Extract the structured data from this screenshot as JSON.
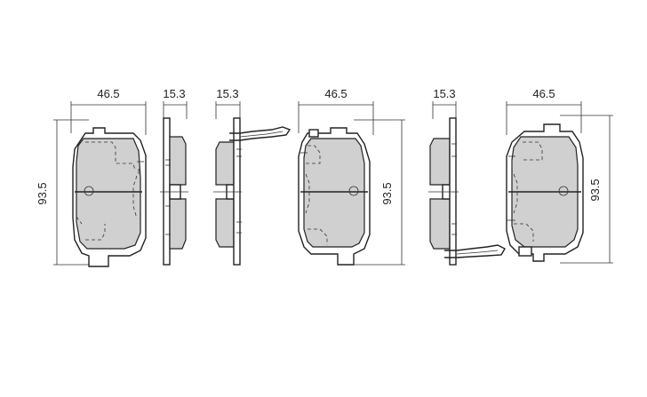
{
  "dimensions": {
    "view1_width": "46.5",
    "view1_height": "93.5",
    "view2_thickness": "15.3",
    "view3_thickness": "15.3",
    "view4_width": "46.5",
    "view4_height": "93.5",
    "view5_thickness": "15.3",
    "view6_width": "46.5",
    "view6_height": "93.5"
  },
  "colors": {
    "friction_material": "#d0d0d0",
    "line": "#222222",
    "background": "#ffffff"
  }
}
